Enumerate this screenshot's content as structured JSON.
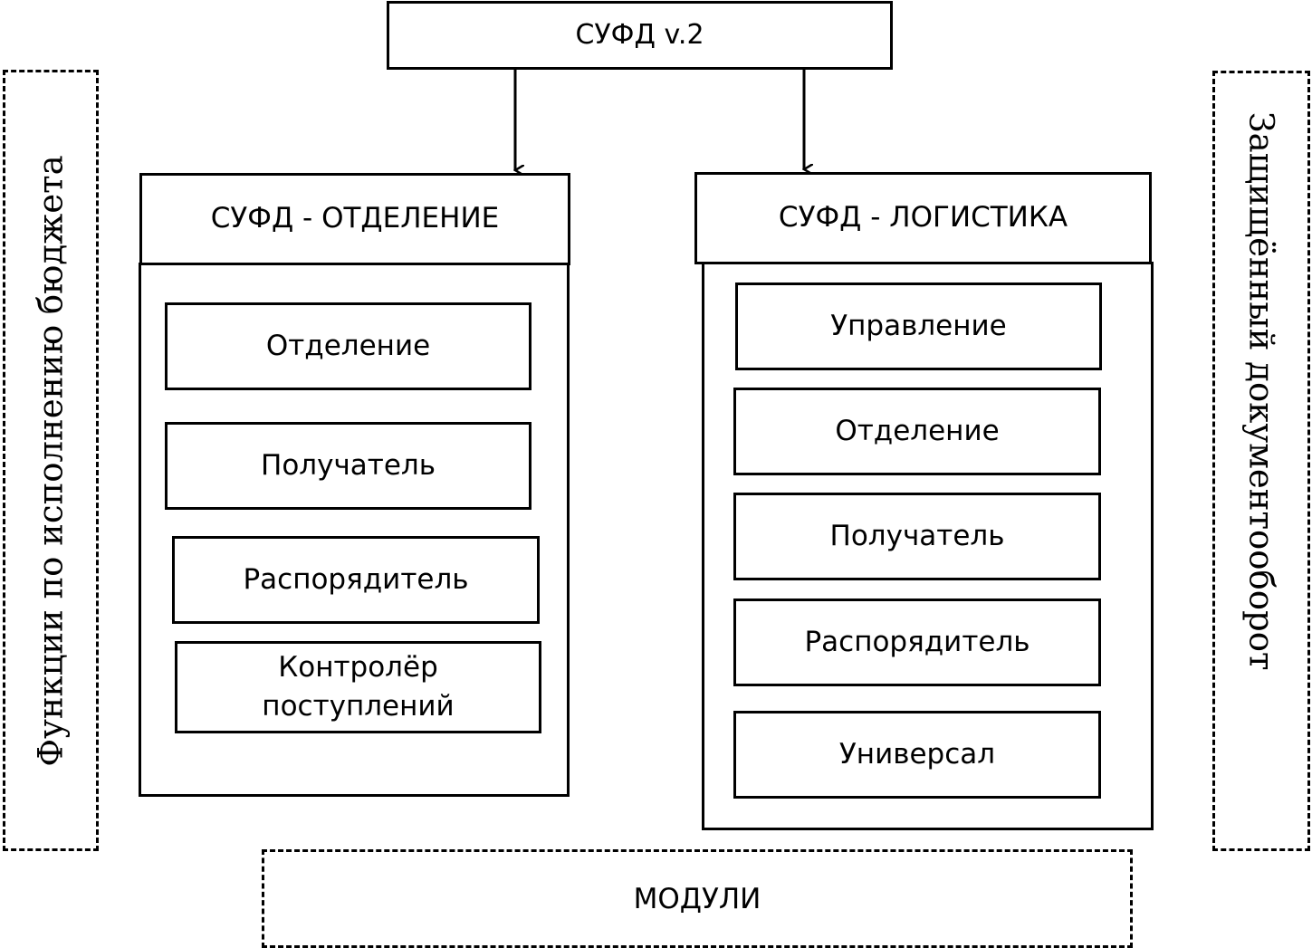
{
  "root": {
    "label": "СУФД v.2"
  },
  "left_side_label": "Функции по исполнению бюджета",
  "right_side_label": "Защищённый документооборот",
  "bottom_label": "МОДУЛИ",
  "branch_left": {
    "title": "СУФД - ОТДЕЛЕНИЕ",
    "modules": [
      "Отделение",
      "Получатель",
      "Распорядитель",
      "Контролёр поступлений"
    ]
  },
  "branch_right": {
    "title": "СУФД - ЛОГИСТИКА",
    "modules": [
      "Управление",
      "Отделение",
      "Получатель",
      "Распорядитель",
      "Универсал"
    ]
  }
}
